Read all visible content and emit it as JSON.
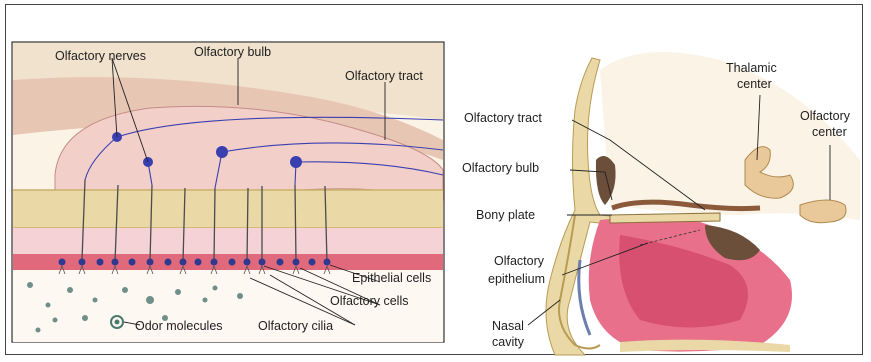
{
  "labels": {
    "olfactory_nerves": "Olfactory nerves",
    "olfactory_bulb_inset": "Olfactory bulb",
    "olfactory_tract_inset": "Olfactory tract",
    "epithelial_cells": "Epithelial cells",
    "olfactory_cells": "Olfactory cells",
    "olfactory_cilia": "Olfactory cilia",
    "odor_molecules": "Odor molecules",
    "olfactory_tract": "Olfactory tract",
    "olfactory_bulb": "Olfactory bulb",
    "bony_plate": "Bony plate",
    "olfactory_epithelium_1": "Olfactory",
    "olfactory_epithelium_2": "epithelium",
    "nasal_cavity_1": "Nasal",
    "nasal_cavity_2": "cavity",
    "thalamic_center_1": "Thalamic",
    "thalamic_center_2": "center",
    "olfactory_center_1": "Olfactory",
    "olfactory_center_2": "center"
  },
  "colors": {
    "bone": "#ead9a6",
    "bone_dark": "#c9b06a",
    "bulb": "#f3cfc9",
    "brain": "#efdcc4",
    "mucosa": "#d9465e",
    "neuron": "#3a3fb0",
    "ink": "#1f1f1f"
  }
}
